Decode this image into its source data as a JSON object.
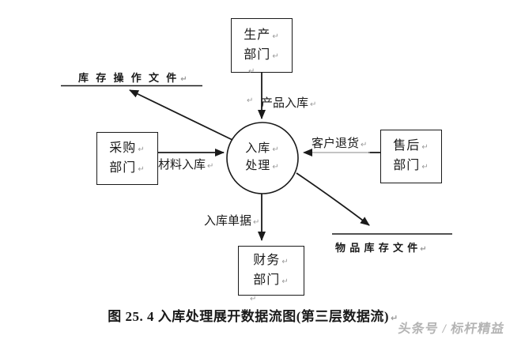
{
  "pilcrow": "↵",
  "colors": {
    "ink": "#1a1a1a",
    "paragraph_mark": "#9b9b9b",
    "watermark": "#b4b4b4",
    "faded_connector": "#a0a0a0"
  },
  "process": {
    "line1": "入库",
    "line2": "处理"
  },
  "entities": {
    "production": {
      "line1": "生产",
      "line2": "部门"
    },
    "purchasing": {
      "line1": "采购",
      "line2": "部门"
    },
    "aftersales": {
      "line1": "售后",
      "line2": "部门"
    },
    "finance": {
      "line1": "财务",
      "line2": "部门"
    }
  },
  "stores": {
    "inventory_operation": {
      "label": "库 存 操 作 文 件"
    },
    "item_inventory": {
      "label": "物 品 库 存 文 件"
    }
  },
  "flows": {
    "product_in": {
      "label": "产品入库"
    },
    "material_in": {
      "label": "材料入库"
    },
    "customer_return": {
      "label": "客户退货"
    },
    "receipt": {
      "label": "入库单据"
    }
  },
  "caption": {
    "text": "图 25. 4 入库处理展开数据流图(第三层数据流)"
  },
  "watermark": {
    "text": "头条号 / 标杆精益"
  }
}
